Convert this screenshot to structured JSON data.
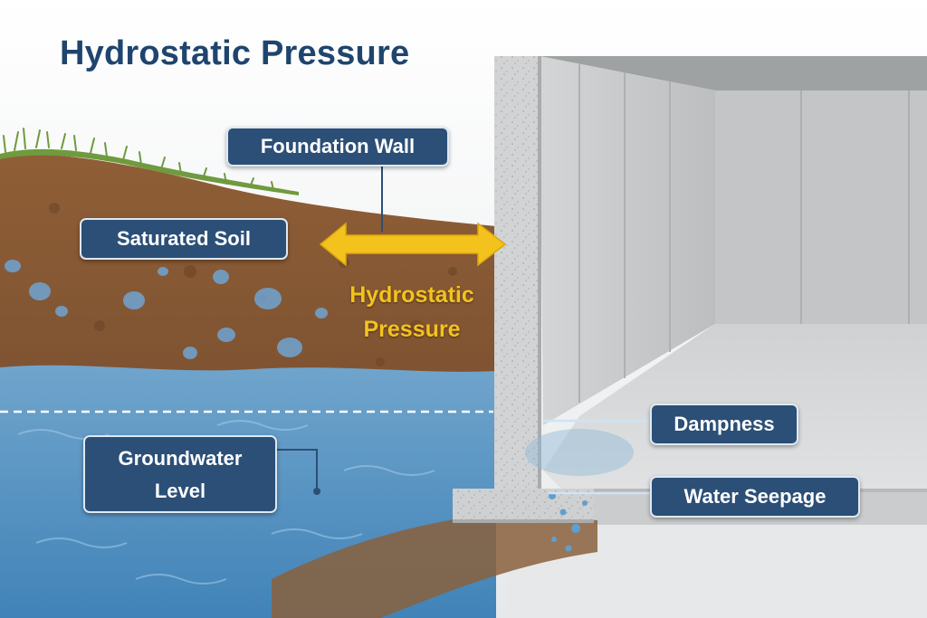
{
  "title": "Hydrostatic Pressure",
  "labels": {
    "foundation_wall": "Foundation Wall",
    "saturated_soil": "Saturated Soil",
    "hydrostatic_pressure": [
      "Hydrostatic",
      "Pressure"
    ],
    "groundwater_level": [
      "Groundwater",
      "Level"
    ],
    "dampness": "Dampness",
    "water_seepage": "Water Seepage"
  },
  "colors": {
    "title": "#1f456e",
    "label_bg": "#2b4f76",
    "pressure_arrow": "#f4c21d",
    "soil": "#8a5a34",
    "water": "#4e95c9",
    "concrete": "#c9cbcc",
    "grass": "#6f9a3e"
  },
  "icons": [
    "double-arrow-icon"
  ]
}
